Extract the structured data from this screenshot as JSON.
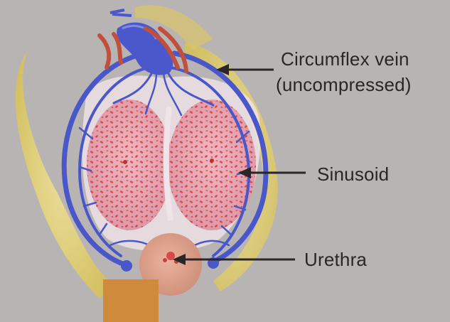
{
  "labels": {
    "circumflex_line1": "Circumflex vein",
    "circumflex_line2": "(uncompressed)",
    "sinusoid": "Sinusoid",
    "urethra": "Urethra"
  },
  "colors": {
    "background": "#b9b4b4",
    "vein": "#4a57c9",
    "artery": "#c0503c",
    "sinusoid_fill": "#e9a9b4",
    "sinusoid_dots": "#d6423e",
    "tunica": "#ede0e4",
    "fat": "#e8d36a",
    "urethra": "#e2a690",
    "pointer": "#2a2628",
    "block": "#cf8a3c"
  }
}
